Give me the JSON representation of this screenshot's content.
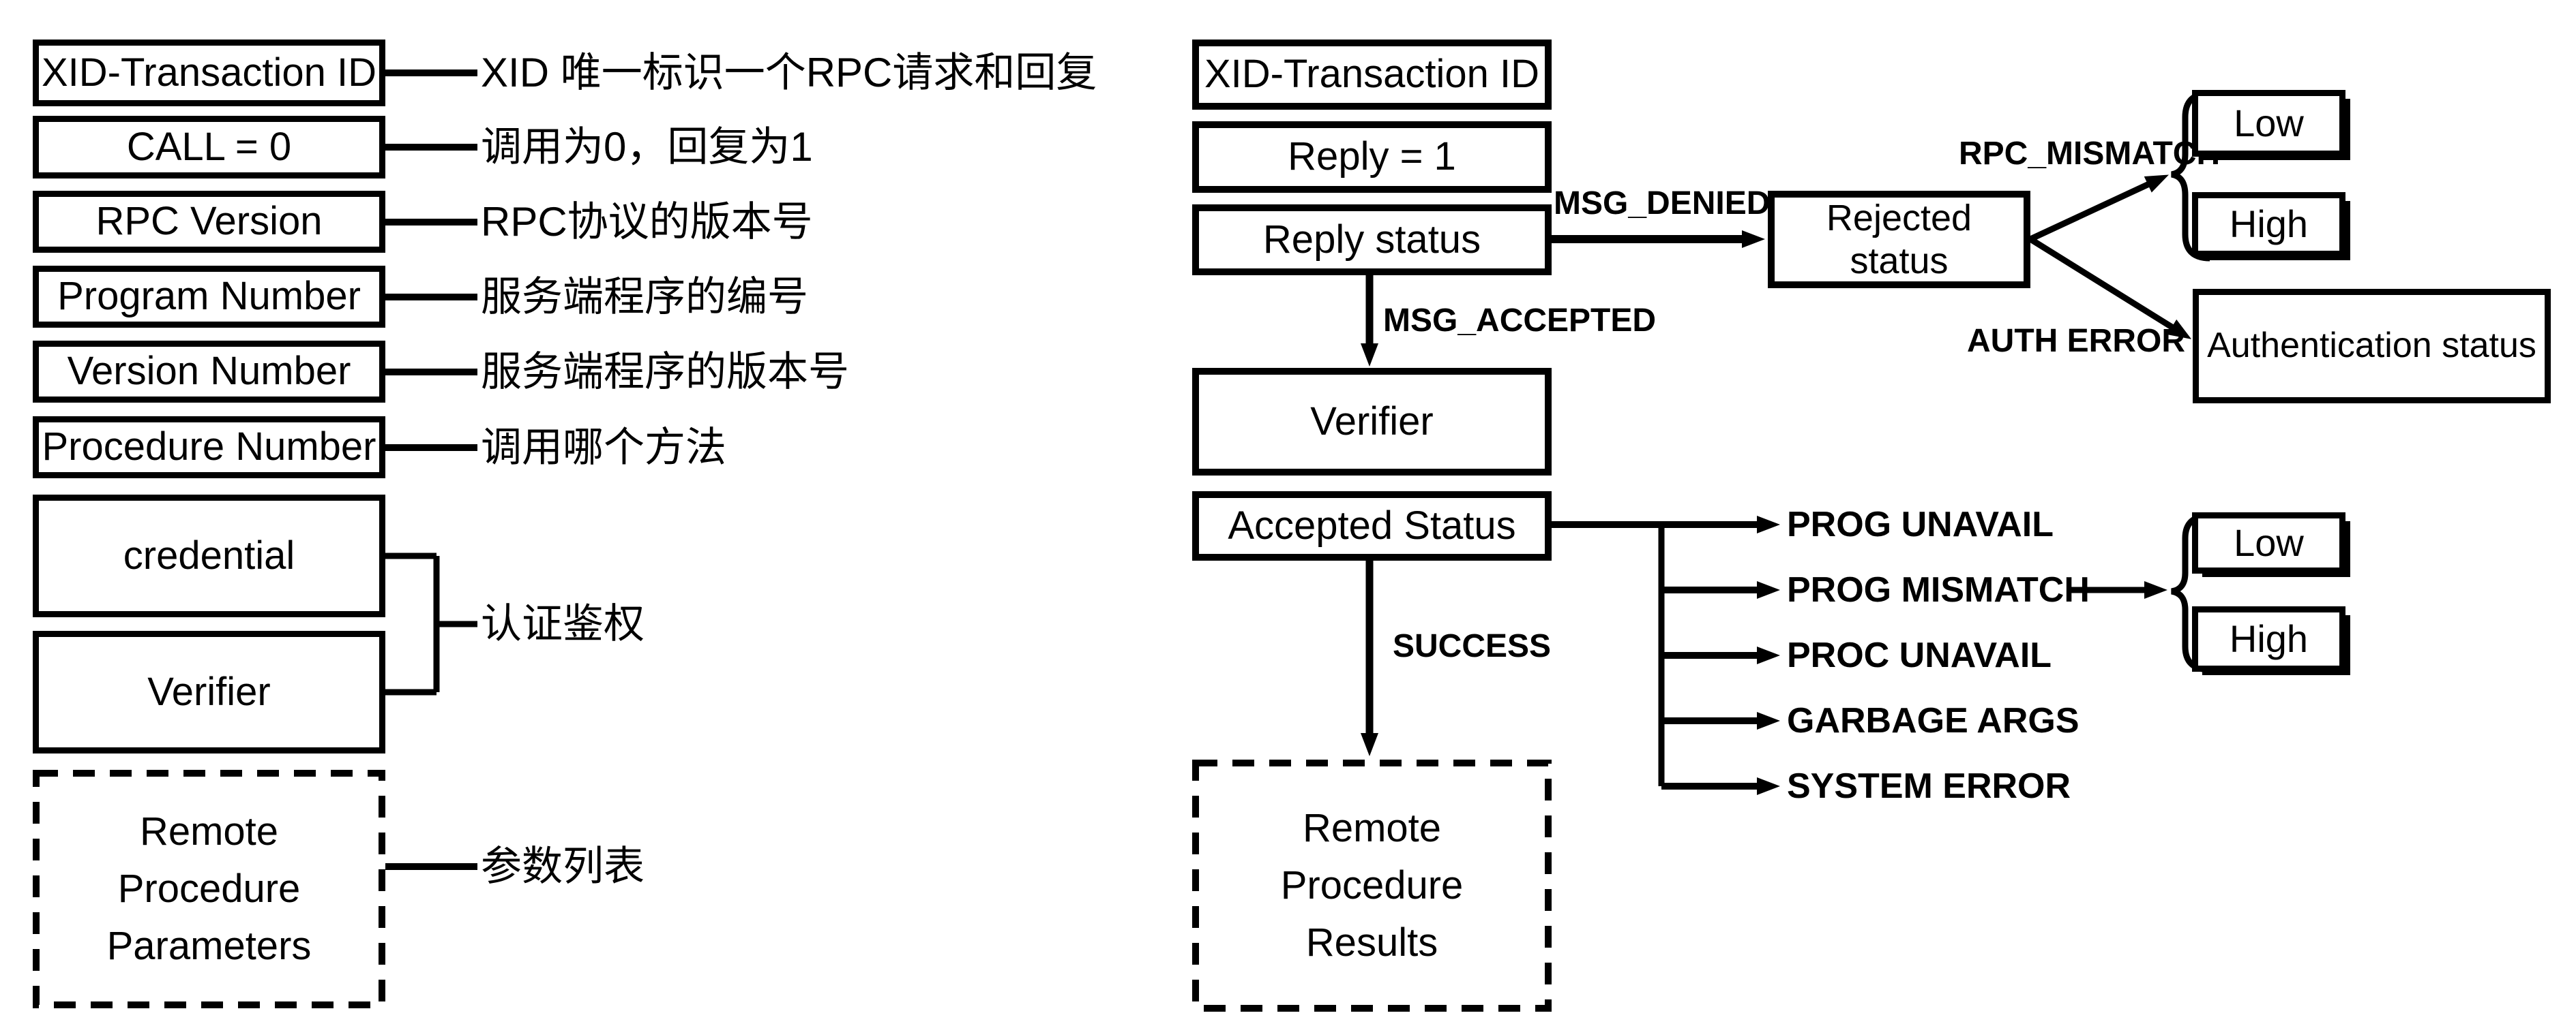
{
  "call": {
    "fields": [
      {
        "label": "XID-Transaction ID",
        "note": "XID 唯一标识一个RPC请求和回复"
      },
      {
        "label": "CALL = 0",
        "note": "调用为0，回复为1"
      },
      {
        "label": "RPC Version",
        "note": "RPC协议的版本号"
      },
      {
        "label": "Program Number",
        "note": "服务端程序的编号"
      },
      {
        "label": "Version Number",
        "note": "服务端程序的版本号"
      },
      {
        "label": "Procedure Number",
        "note": "调用哪个方法"
      }
    ],
    "credential_label": "credential",
    "verifier_label": "Verifier",
    "auth_note": "认证鉴权",
    "params_label": "Remote Procedure Parameters",
    "params_note": "参数列表"
  },
  "reply": {
    "xid_label": "XID-Transaction ID",
    "reply_label": "Reply = 1",
    "reply_status_label": "Reply status",
    "verifier_label": "Verifier",
    "accepted_status_label": "Accepted Status",
    "results_label": "Remote Procedure Results",
    "msg_denied": "MSG_DENIED",
    "msg_accepted": "MSG_ACCEPTED",
    "success": "SUCCESS",
    "rejected_status_label": "Rejected status",
    "rpc_mismatch": "RPC_MISMATCH",
    "auth_error": "AUTH ERROR",
    "rejected_low": "Low",
    "rejected_high": "High",
    "auth_status_label": "Authentication status",
    "accepted_errors": [
      "PROG UNAVAIL",
      "PROG MISMATCH",
      "PROC UNAVAIL",
      "GARBAGE ARGS",
      "SYSTEM ERROR"
    ],
    "mismatch_low": "Low",
    "mismatch_high": "High"
  },
  "colors": {
    "ink": "#000000",
    "background": "#ffffff"
  }
}
